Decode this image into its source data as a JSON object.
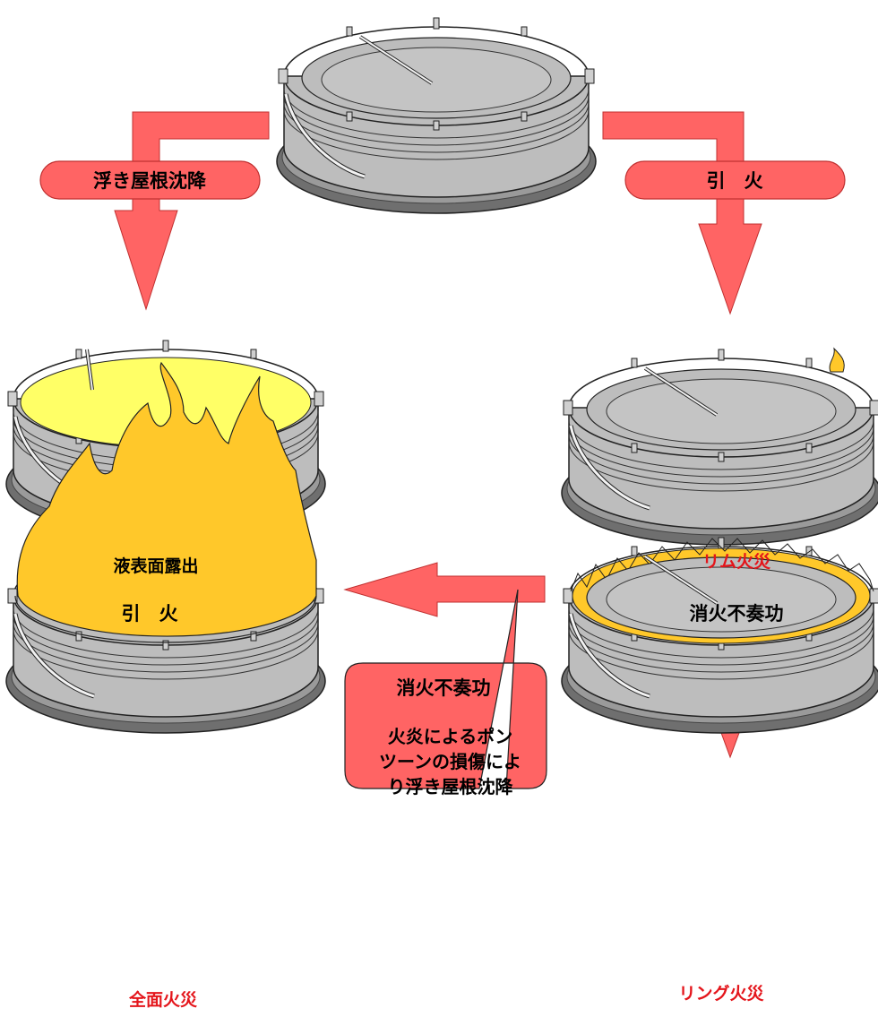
{
  "colors": {
    "arrow_fill": "#ff6464",
    "arrow_stroke": "#c03030",
    "tank_gray": "#bdbdbd",
    "tank_dark": "#6f6f6f",
    "liquid_yellow": "#ffff66",
    "flame_yellow": "#ffc82a",
    "red_label": "#e4151b"
  },
  "arrows": {
    "top_left_label": "浮き屋根沈降",
    "top_right_label": "引　火",
    "mid_left_label": "引　火",
    "mid_right_label": "消火不奏功"
  },
  "tanks": {
    "exposed": {
      "label": "液表面露出"
    },
    "rim_fire": {
      "label": "リム火災"
    },
    "full_fire": {
      "label": "全面火災"
    },
    "ring_fire": {
      "label": "リング火災"
    }
  },
  "callout": {
    "title": "消火不奏功",
    "body": "火炎によるポン\nツーンの損傷によ\nり浮き屋根沈降"
  }
}
